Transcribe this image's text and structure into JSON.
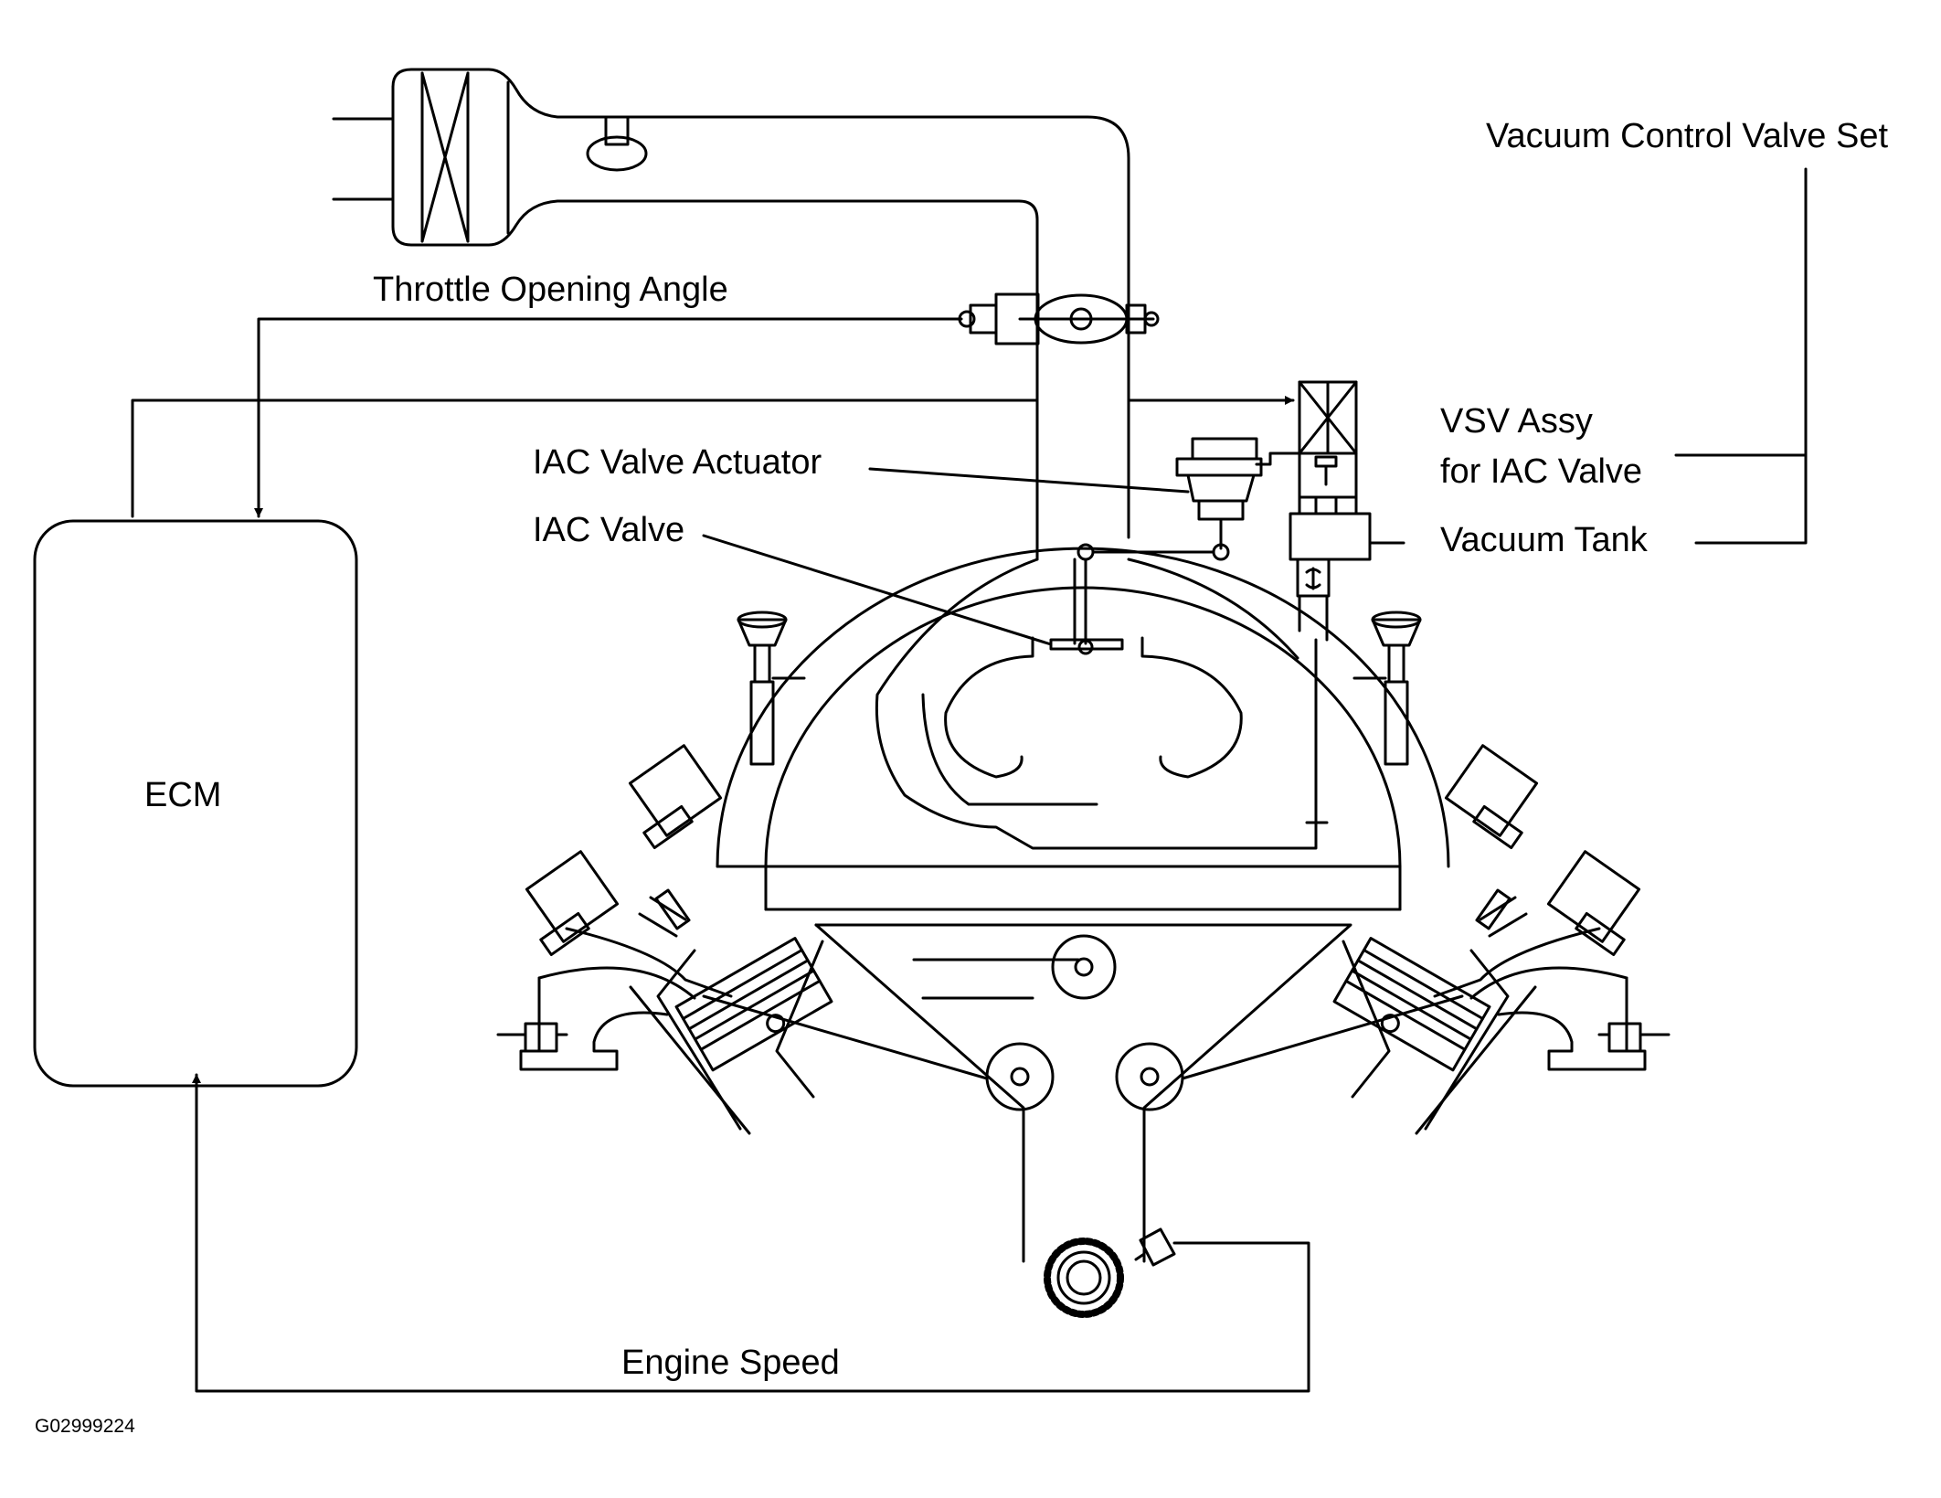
{
  "labels": {
    "vacuum_control_valve_set": "Vacuum Control Valve Set",
    "throttle_opening_angle": "Throttle Opening Angle",
    "vsv_assy_line1": "VSV Assy",
    "vsv_assy_line2": "for IAC Valve",
    "iac_valve_actuator": "IAC Valve  Actuator",
    "iac_valve": "IAC Valve",
    "vacuum_tank": "Vacuum Tank",
    "ecm": "ECM",
    "engine_speed": "Engine Speed",
    "figure_id": "G02999224"
  },
  "colors": {
    "line": "#000000",
    "background": "#ffffff"
  }
}
